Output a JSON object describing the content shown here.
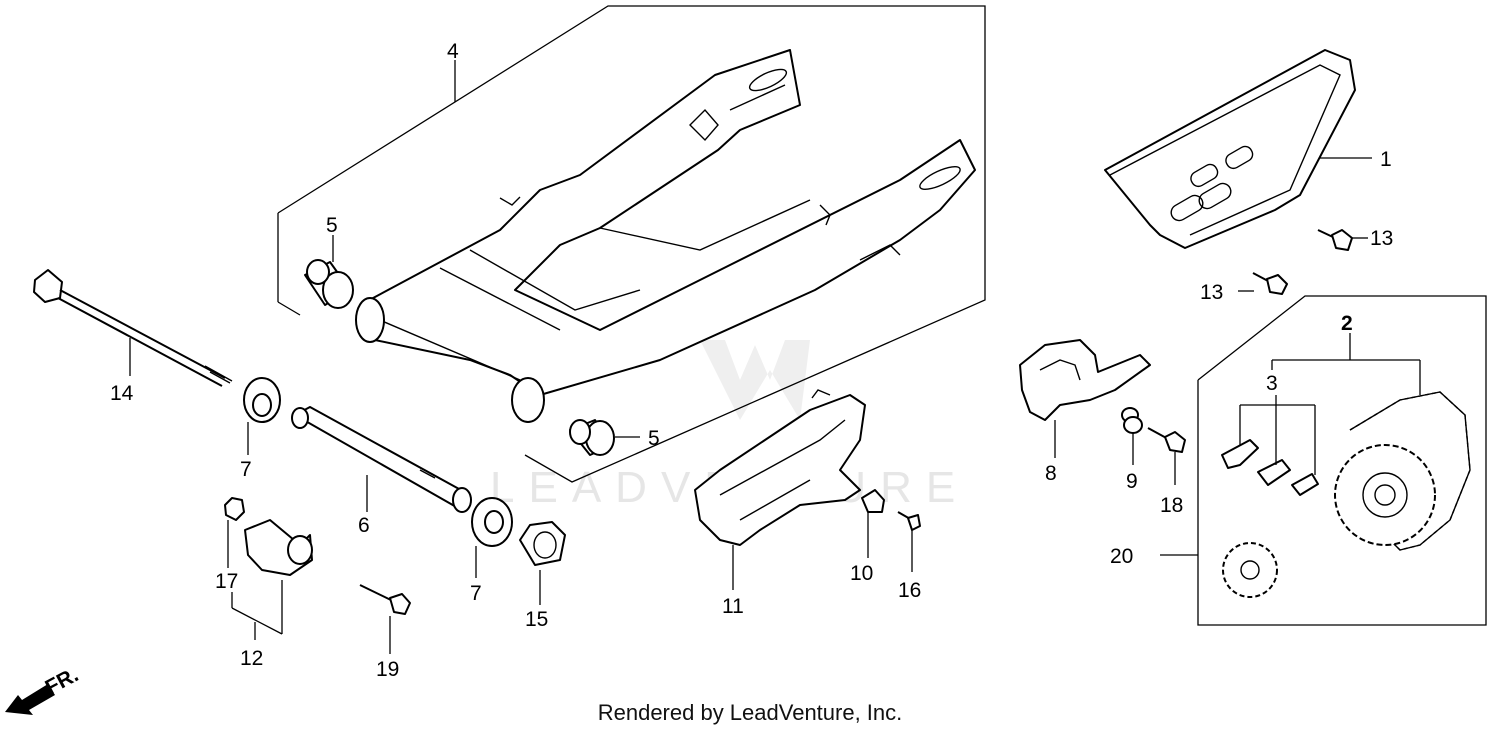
{
  "diagram": {
    "parts": [
      {
        "id": "p1",
        "label": "1"
      },
      {
        "id": "p2",
        "label": "2"
      },
      {
        "id": "p3",
        "label": "3"
      },
      {
        "id": "p4",
        "label": "4"
      },
      {
        "id": "p5a",
        "label": "5"
      },
      {
        "id": "p5b",
        "label": "5"
      },
      {
        "id": "p6",
        "label": "6"
      },
      {
        "id": "p7a",
        "label": "7"
      },
      {
        "id": "p7b",
        "label": "7"
      },
      {
        "id": "p8",
        "label": "8"
      },
      {
        "id": "p9",
        "label": "9"
      },
      {
        "id": "p10",
        "label": "10"
      },
      {
        "id": "p11",
        "label": "11"
      },
      {
        "id": "p12",
        "label": "12"
      },
      {
        "id": "p13a",
        "label": "13"
      },
      {
        "id": "p13b",
        "label": "13"
      },
      {
        "id": "p14",
        "label": "14"
      },
      {
        "id": "p15",
        "label": "15"
      },
      {
        "id": "p16",
        "label": "16"
      },
      {
        "id": "p17",
        "label": "17"
      },
      {
        "id": "p18",
        "label": "18"
      },
      {
        "id": "p19",
        "label": "19"
      },
      {
        "id": "p20",
        "label": "20"
      }
    ],
    "direction_label": "FR.",
    "watermark": "LEADVENTURE"
  },
  "footer": {
    "credit": "Rendered by LeadVenture, Inc."
  }
}
